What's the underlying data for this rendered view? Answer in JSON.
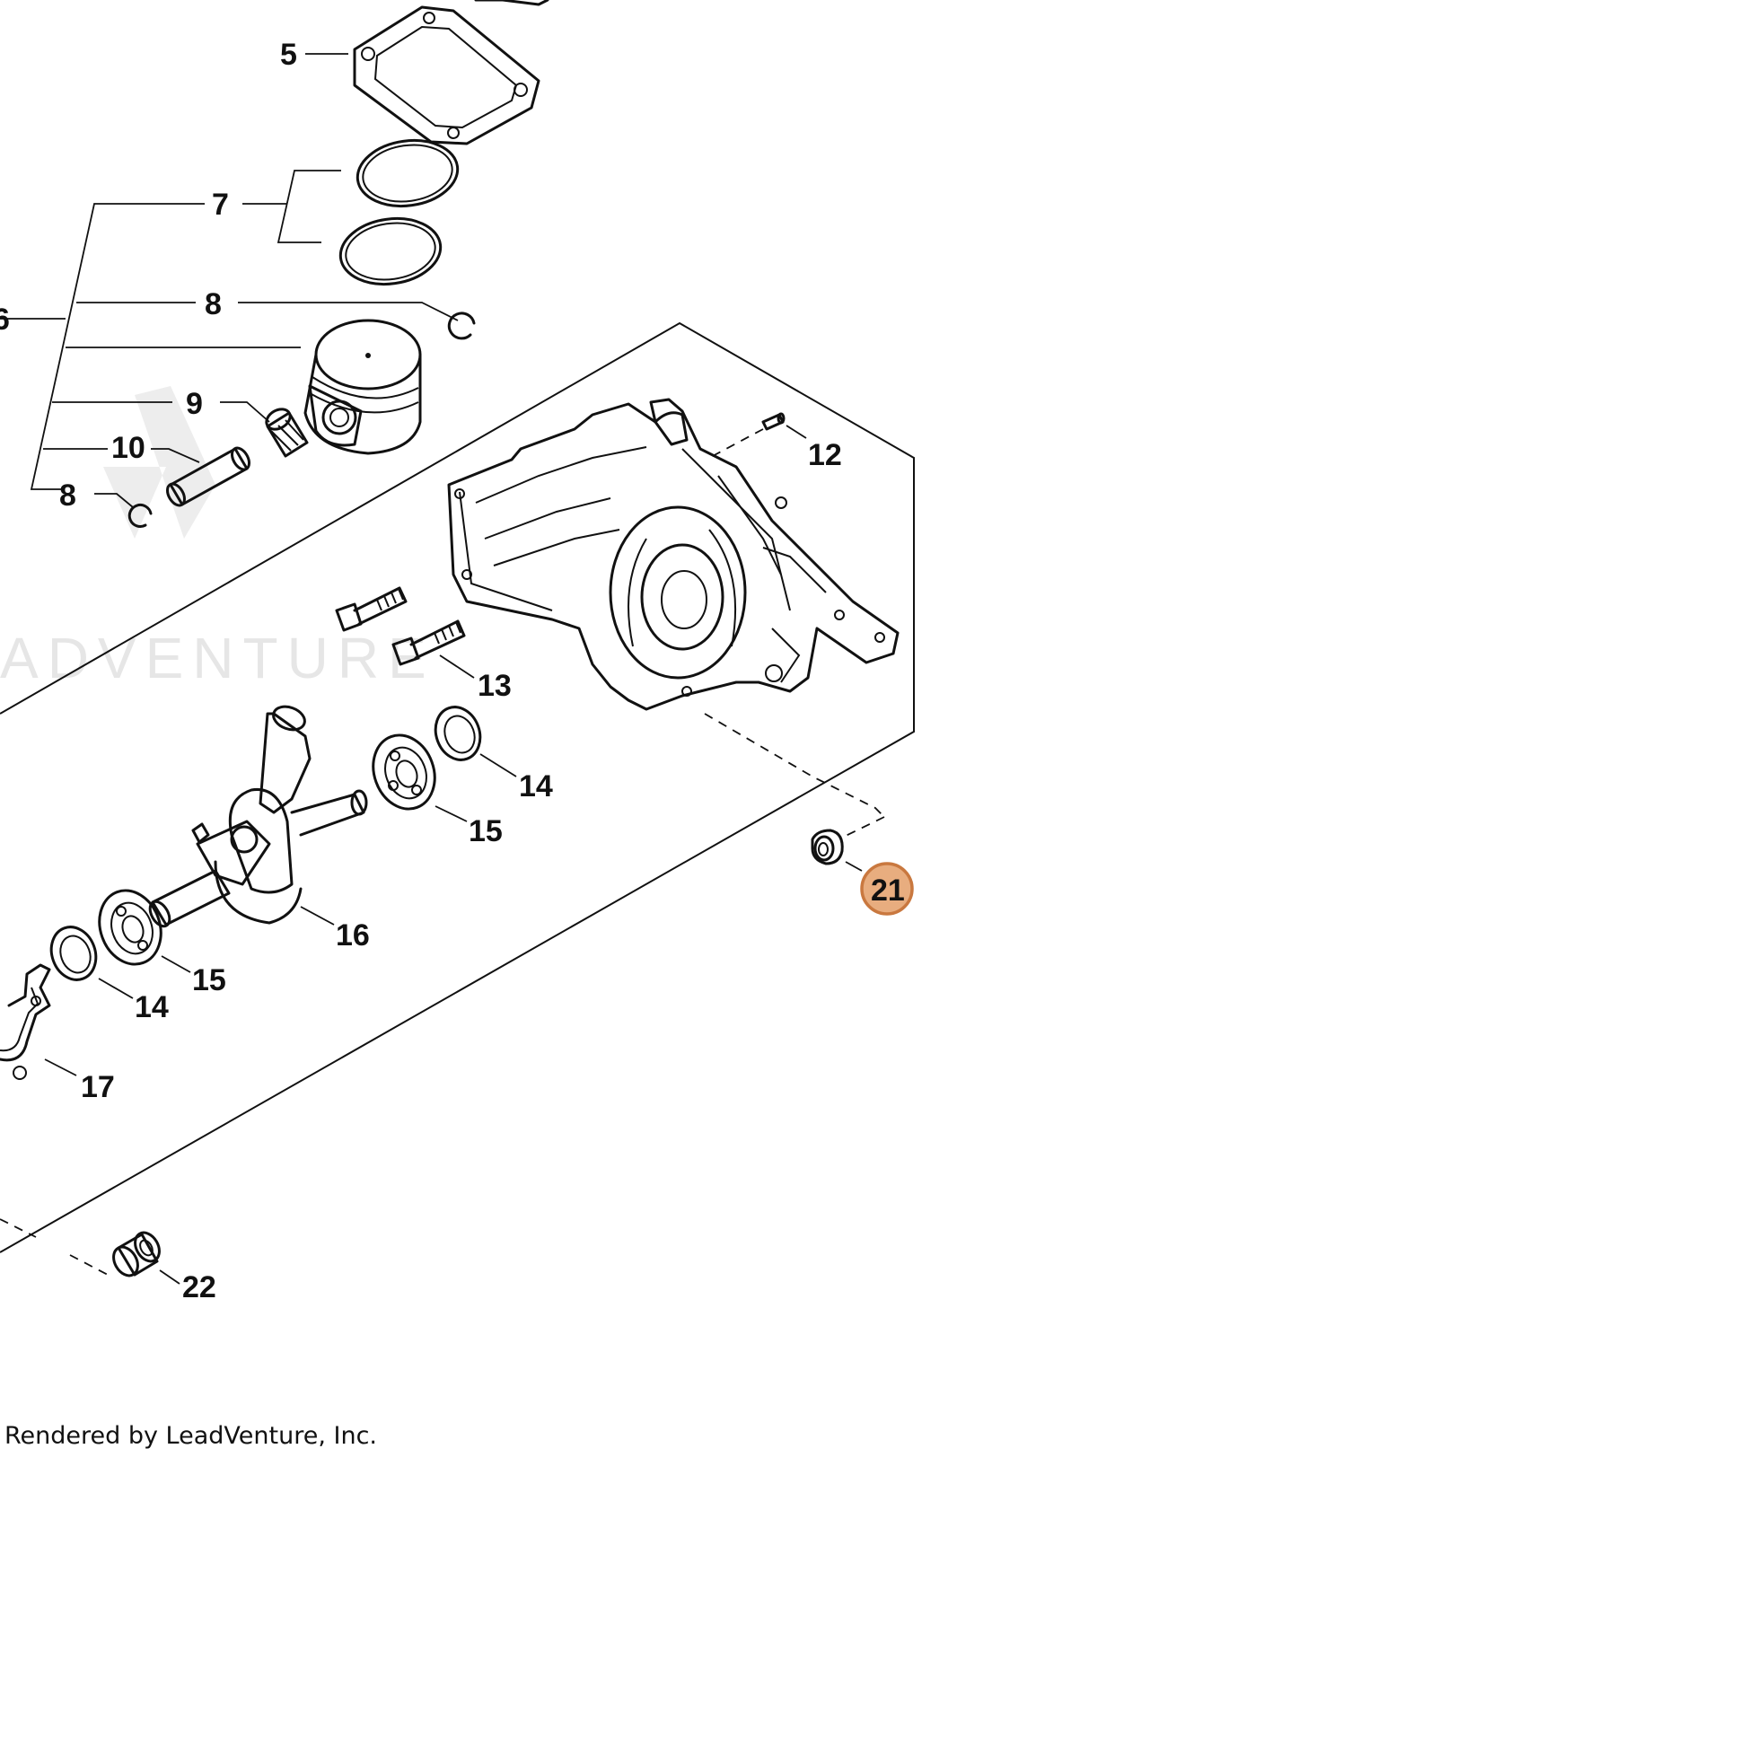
{
  "callouts": {
    "c5": "5",
    "c6": "6",
    "c7": "7",
    "c8a": "8",
    "c8b": "8",
    "c9": "9",
    "c10": "10",
    "c12": "12",
    "c13": "13",
    "c14a": "14",
    "c14b": "14",
    "c15a": "15",
    "c15b": "15",
    "c16": "16",
    "c17": "17",
    "c21": "21",
    "c22": "22"
  },
  "highlighted_part": "21",
  "highlight_color": "#e8ad7f",
  "watermark": "ADVENTURE",
  "credit": "Rendered by LeadVenture, Inc."
}
